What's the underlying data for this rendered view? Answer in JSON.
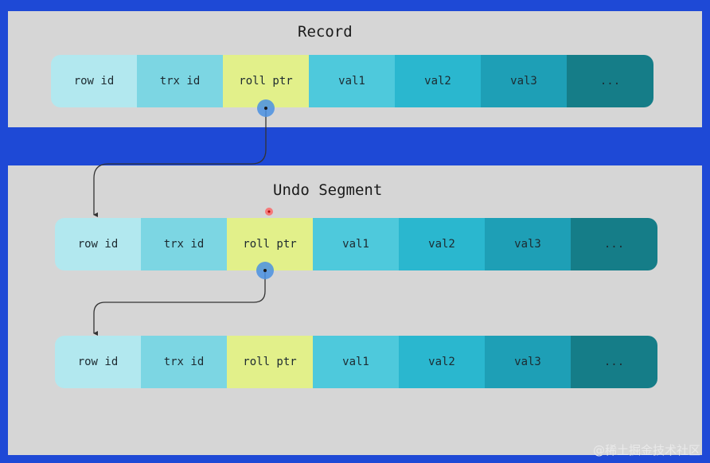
{
  "record": {
    "title": "Record",
    "row": [
      "row id",
      "trx id",
      "roll ptr",
      "val1",
      "val2",
      "val3",
      "..."
    ]
  },
  "undo_segment": {
    "title": "Undo Segment",
    "rows": [
      [
        "row id",
        "trx id",
        "roll ptr",
        "val1",
        "val2",
        "val3",
        "..."
      ],
      [
        "row id",
        "trx id",
        "roll ptr",
        "val1",
        "val2",
        "val3",
        "..."
      ]
    ]
  },
  "watermark": "@稀土掘金技术社区",
  "colors": {
    "background": "#1e49d6",
    "panel": "#d6d6d6",
    "row_id": "#b2e8ef",
    "trx_id": "#7cd6e3",
    "roll_ptr": "#e2f08a",
    "val1": "#4ec9dc",
    "val2": "#2ab7cf",
    "val3": "#1e9fb6",
    "more": "#157d88",
    "pointer_dot": "#4a90e2",
    "cursor_dot": "#ff5a5a"
  }
}
